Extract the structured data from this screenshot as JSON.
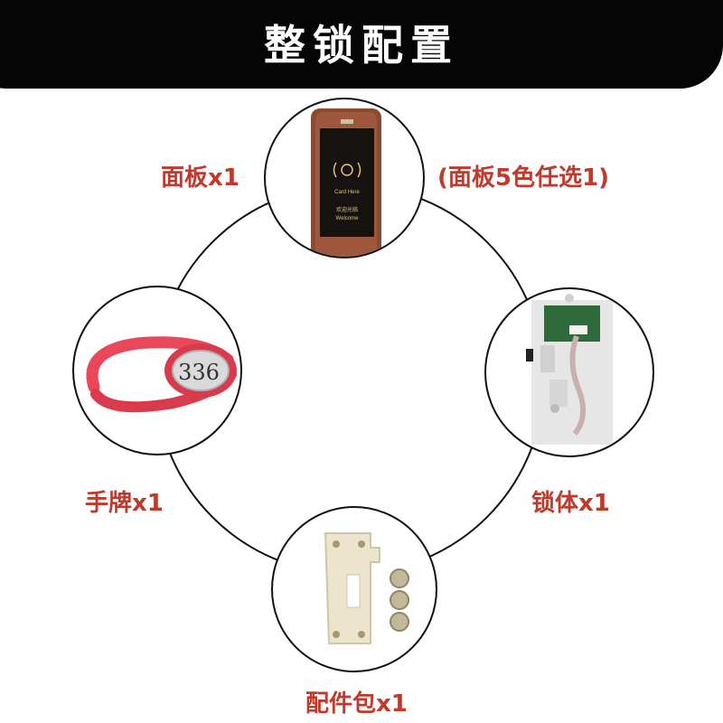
{
  "title": "整锁配置",
  "items": {
    "panel": {
      "label": "面板x1",
      "note": "(面板5色任选1)",
      "screen_text": [
        "Card Here",
        "欢迎光临",
        "Welcome"
      ]
    },
    "lock_body": {
      "label": "锁体x1"
    },
    "wristband": {
      "label": "手牌x1",
      "number": "336"
    },
    "accessory_kit": {
      "label": "配件包x1"
    }
  },
  "colors": {
    "label_red": "#c0392b",
    "banner": "#050505",
    "panel_bronze": "#8a4a33",
    "band_red": "#e8485a"
  }
}
